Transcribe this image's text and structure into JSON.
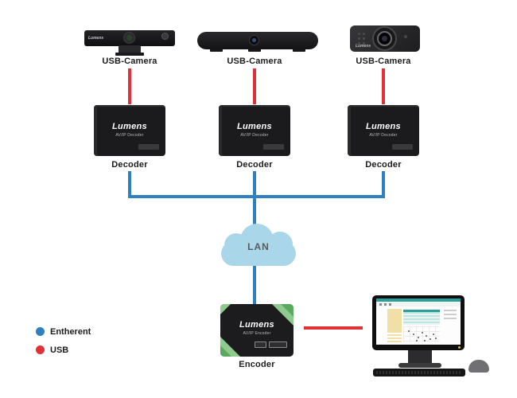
{
  "cameras": [
    {
      "label": "USB-Camera",
      "brand": "Lumens"
    },
    {
      "label": "USB-Camera"
    },
    {
      "label": "USB-Camera",
      "brand": "Lumens"
    }
  ],
  "decoders": [
    {
      "label": "Decoder"
    },
    {
      "label": "Decoder"
    },
    {
      "label": "Decoder"
    }
  ],
  "devices": {
    "decoder_brand": "Lumens",
    "decoder_model": "AV/IP Decoder",
    "encoder_brand": "Lumens",
    "encoder_model": "AV/IP Encoder"
  },
  "encoder": {
    "label": "Encoder"
  },
  "network": {
    "cloud_label": "LAN"
  },
  "legend": {
    "items": [
      {
        "label": "Entherent",
        "color": "#2e80c0"
      },
      {
        "label": "USB",
        "color": "#e03236"
      }
    ]
  },
  "colors": {
    "ethernet": "#2e80c0",
    "usb": "#e03236",
    "cloud": "#a9d7e9"
  }
}
